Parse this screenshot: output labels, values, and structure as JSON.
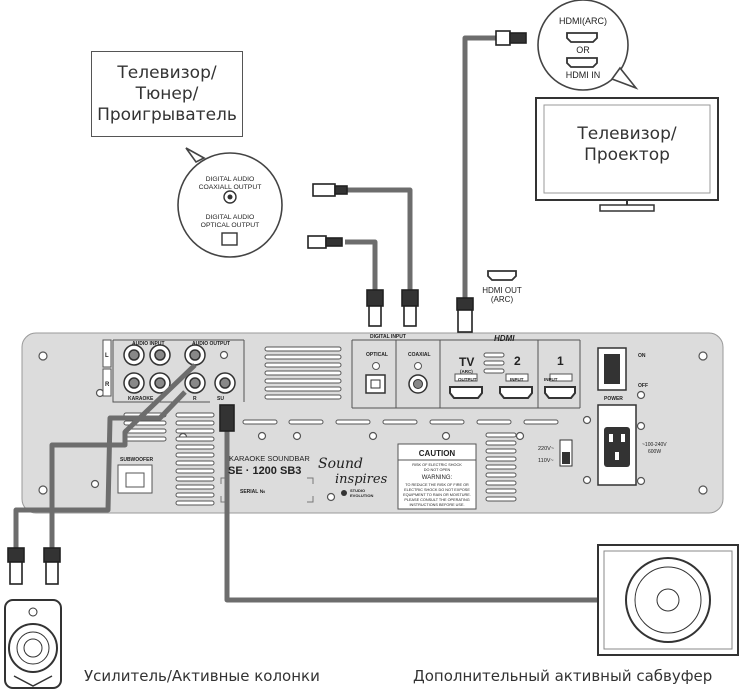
{
  "source_box": {
    "lines": [
      "Телевизор/",
      "Тюнер/",
      "Проигрыватель"
    ]
  },
  "source_bubble": {
    "coax_label_1": "DIGITAL AUDIO",
    "coax_label_2": "COAXIALL OUTPUT",
    "opt_label_1": "DIGITAL AUDIO",
    "opt_label_2": "OPTICAL OUTPUT"
  },
  "tv_box": {
    "lines": [
      "Телевизор/",
      "Проектор"
    ]
  },
  "hdmi_bubble": {
    "top": "HDMI(ARC)",
    "or": "OR",
    "bottom": "HDMI IN"
  },
  "hdmi_out": {
    "line1": "HDMI OUT",
    "line2": "(ARC)"
  },
  "panel": {
    "audio_input": "AUDIO INPUT",
    "audio_output": "AUDIO OUTPUT",
    "l": "L",
    "r": "R",
    "karaoke": "KARAOKE",
    "r_out": "R",
    "sub_short": "SU",
    "digital_input": "DIGITAL INPUT",
    "optical": "OPTICAL",
    "coaxial": "COAXIAL",
    "hdmi_logo": "HDMI",
    "tv": "TV",
    "arc": "(ARC)",
    "output": "OUTPUT",
    "hdmi2": "2",
    "hdmi1": "1",
    "input": "INPUT",
    "on": "ON",
    "off": "OFF",
    "power": "POWER",
    "subwoofer": "SUBWOOFER",
    "model_line1": "KARAOKE SOUNDBAR",
    "model_line2": "SE · 1200 SB3",
    "serial": "SERIAL №",
    "brand1": "Sound",
    "brand2": "inspires",
    "studio": "STUDIO",
    "evolution": "EVOLUTION",
    "caution": "CAUTION",
    "caution_sub1": "RISK OF ELECTRIC SHOCK",
    "caution_sub2": "DO NOT OPEN",
    "warning": "WARNING:",
    "warn1": "TO REDUCE THE RISK OF FIRE OR",
    "warn2": "ELECTRIC SHOCK DO NOT EXPOSE",
    "warn3": "EQUIPMENT TO RAIN OR MOISTURE.",
    "warn4": "PLEASE CONSULT THE OPERATING",
    "warn5": "INSTRUCTIONS BEFORE USE.",
    "v220": "220V~",
    "v110": "110V~",
    "power_rating1": "~100-240V",
    "power_rating2": "600W"
  },
  "captions": {
    "amplifier": "Усилитель/Активные колонки",
    "subwoofer": "Дополнительный активный сабвуфер"
  }
}
